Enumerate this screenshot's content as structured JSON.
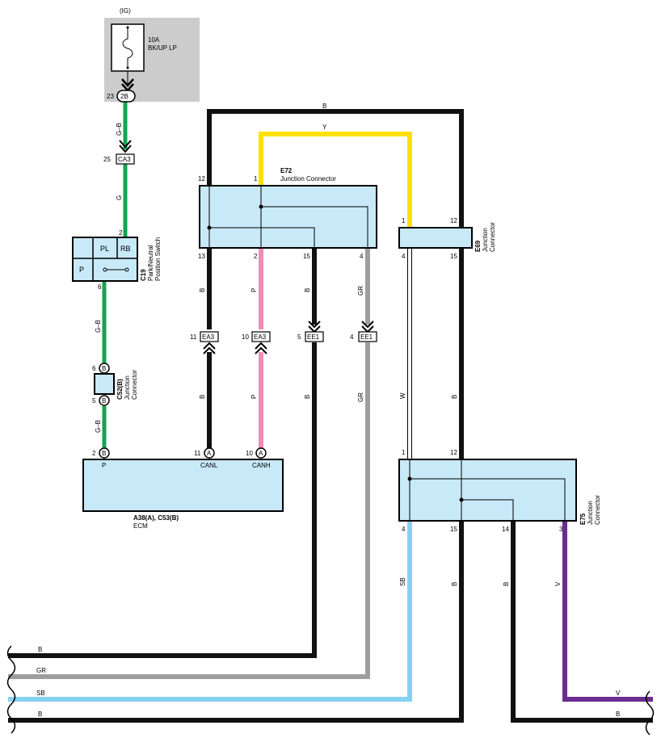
{
  "colors": {
    "B": "#111111",
    "G": "#11a651",
    "Y": "#ffe000",
    "P": "#f08cb8",
    "GR": "#9e9e9e",
    "W": "#ffffff",
    "SB": "#86d1f2",
    "V": "#6a2c91",
    "box_fill": "#c8e9f8",
    "fuse_zone": "#cccccc"
  },
  "fuse": {
    "zone": "(IG)",
    "amp": "10A",
    "name": "BK/UP LP",
    "icon": "fuse-icon"
  },
  "connectors": {
    "c_2b": {
      "label": "2B",
      "pin": "23"
    },
    "ca3": {
      "label": "CA3",
      "pin": "25"
    },
    "ea3_11": {
      "label": "EA3",
      "pin": "11"
    },
    "ea3_10": {
      "label": "EA3",
      "pin": "10"
    },
    "ee1_5": {
      "label": "EE1",
      "pin": "5"
    },
    "ee1_4": {
      "label": "EE1",
      "pin": "4"
    }
  },
  "c19": {
    "code": "C19",
    "name_line1": "Park/Neutral",
    "name_line2": "Position Switch",
    "pl": "PL",
    "rb": "RB",
    "p": "P",
    "pin_top": "2",
    "pin_bottom": "6"
  },
  "c52": {
    "code": "C52(B)",
    "name_line1": "Junction",
    "name_line2": "Connector",
    "pin_top": "6",
    "pin_bottom": "5",
    "letter": "B"
  },
  "e72": {
    "code": "E72",
    "name": "Junction Connector",
    "pin_tl": "12",
    "pin_tm": "1",
    "pin_b1": "13",
    "pin_b2": "2",
    "pin_b3": "15",
    "pin_b4": "4"
  },
  "e69": {
    "code": "E69",
    "name_line1": "Junction",
    "name_line2": "Connector",
    "pin_tl": "1",
    "pin_tr": "12",
    "pin_bl": "4",
    "pin_br": "15"
  },
  "e75": {
    "code": "E75",
    "name_line1": "Junction",
    "name_line2": "Connector",
    "pin_tl": "1",
    "pin_tr": "12",
    "pin_b1": "4",
    "pin_b2": "15",
    "pin_b3": "14",
    "pin_b4": "3"
  },
  "ecm": {
    "code": "A38(A), C53(B)",
    "name": "ECM",
    "p": "P",
    "canl": "CANL",
    "canh": "CANH",
    "pin_p": "2",
    "pin_canl": "11",
    "pin_canh": "10",
    "letter_b": "B",
    "letter_a": "A"
  },
  "wires": {
    "gb1": "G–B",
    "g": "G",
    "gb2": "G–B",
    "gb3": "G–B",
    "b_top": "B",
    "y_top": "Y",
    "b_e72_13": "B",
    "p_e72_2": "P",
    "b_e72_15": "B",
    "gr_e72_4": "GR",
    "b_ea3": "B",
    "p_ea3": "P",
    "b_ee1": "B",
    "gr_ee1": "GR",
    "w_mid": "W",
    "b_mid": "B",
    "sb_e75": "SB",
    "b_e75_15": "B",
    "b_e75_14": "B",
    "v_e75": "V",
    "bottom_b1": "B",
    "bottom_gr": "GR",
    "bottom_sb": "SB",
    "bottom_b2": "B",
    "bottom_v": "V",
    "bottom_b3": "B"
  }
}
